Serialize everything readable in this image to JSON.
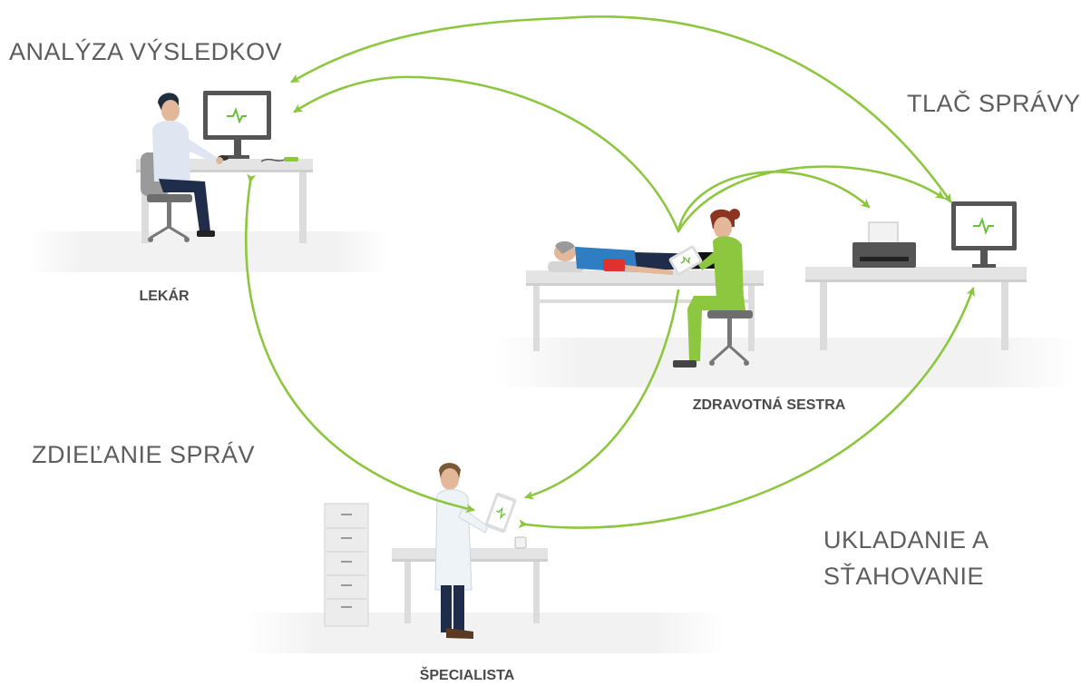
{
  "labels": {
    "analysis": "ANALÝZA VÝSLEDKOV",
    "print": "TLAČ SPRÁVY",
    "sharing": "ZDIEĽANIE SPRÁV",
    "storage_line1": "UKLADANIE A",
    "storage_line2": "SŤAHOVANIE"
  },
  "roles": {
    "doctor": "LEKÁR",
    "nurse": "ZDRAVOTNÁ SESTRA",
    "specialist": "ŠPECIALISTA"
  },
  "colors": {
    "arrow": "#8dc63f",
    "accent": "#6abf3a",
    "label": "#5d5d5d",
    "role": "#4a4a4a",
    "floor": "#f0f0f0",
    "furniture": "#dcdcdc",
    "monitor": "#555555",
    "cuff": "#e0312f",
    "scrubs": "#8dc63f"
  }
}
